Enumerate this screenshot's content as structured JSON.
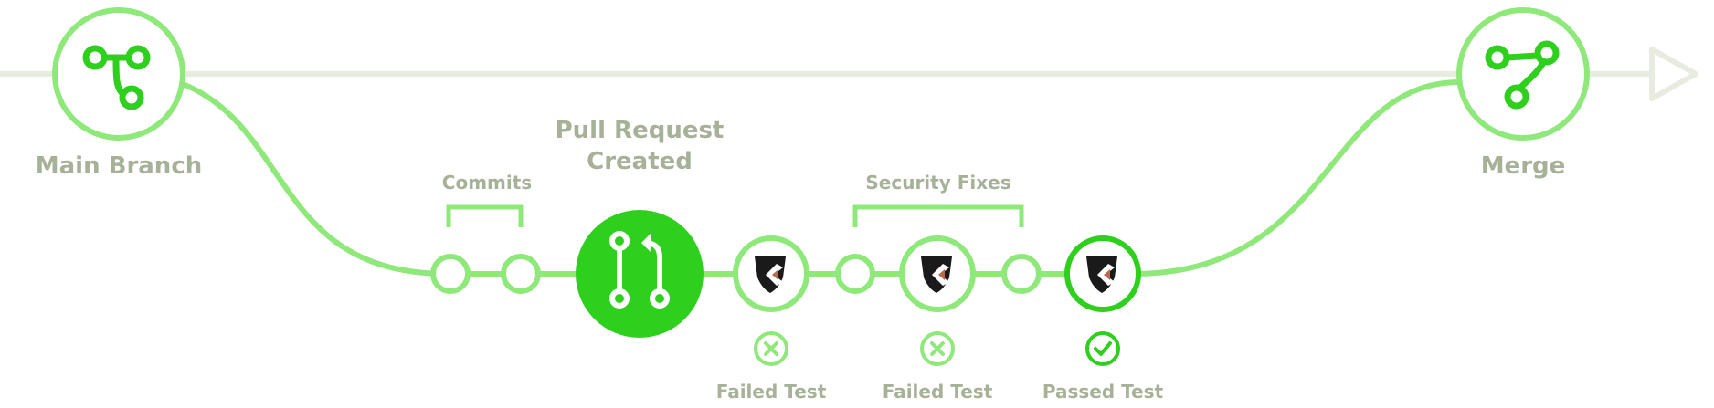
{
  "labels": {
    "main_branch": "Main Branch",
    "merge": "Merge",
    "pull_request_line1": "Pull Request",
    "pull_request_line2": "Created",
    "commits": "Commits",
    "security_fixes": "Security Fixes",
    "test1": "Failed Test",
    "test2": "Failed Test",
    "test3": "Passed Test"
  },
  "icons": {
    "branch": "git-branch-icon",
    "merge": "git-merge-icon",
    "pull_request": "git-pull-request-icon",
    "security_scan": "shield-logo-icon",
    "failed": "x-circle-icon",
    "passed": "check-circle-icon"
  },
  "colors": {
    "bright_green": "#2fcf1e",
    "light_green": "#8fe87a",
    "main_line": "#e8ebe0",
    "label_gray": "#a7b198",
    "logo_dark": "#1a1a1a",
    "logo_copper": "#b86a4a"
  }
}
